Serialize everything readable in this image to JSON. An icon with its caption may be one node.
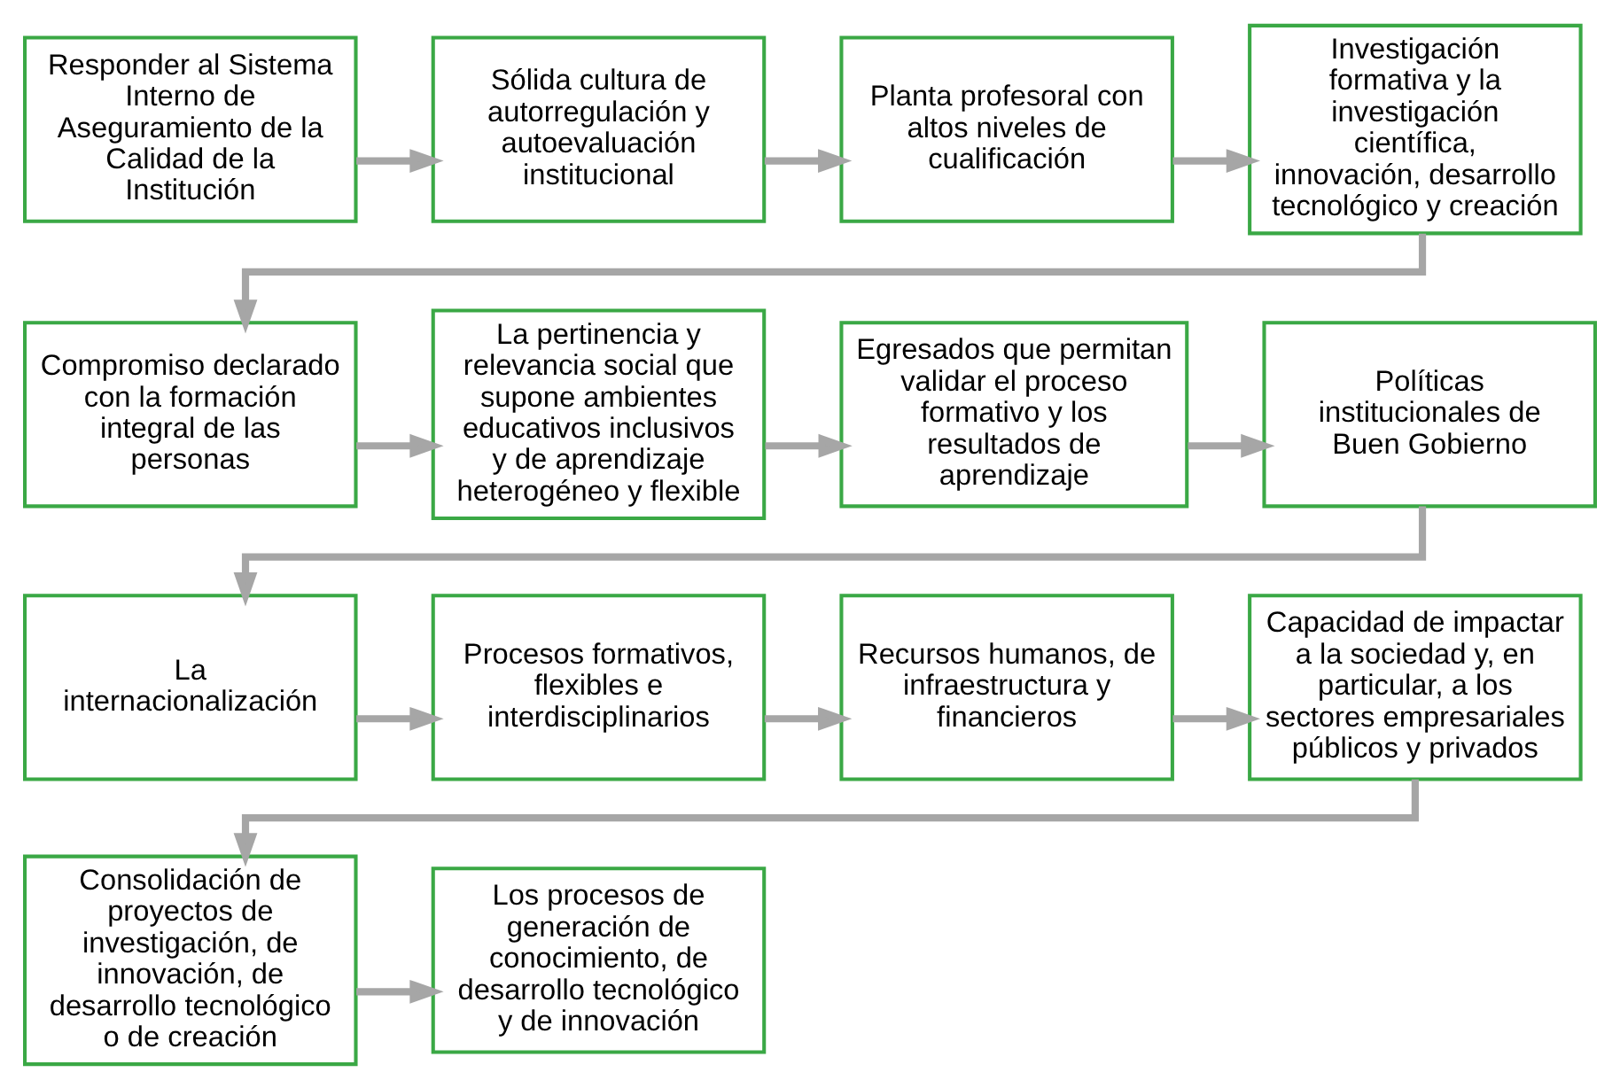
{
  "diagram": {
    "nodes": [
      {
        "text": [
          "Responder al Sistema Interno de Aseguramiento de la Calidad de la Institución"
        ]
      },
      {
        "text": [
          "Sólida cultura de autorregulación y autoevaluación institucional"
        ]
      },
      {
        "text": [
          "Planta profesoral con altos niveles de cualificación"
        ]
      },
      {
        "text": [
          "Investigación formativa y la investigación científica, innovación, desarrollo tecnológico y creación"
        ]
      },
      {
        "text": [
          "Compromiso declarado con la formación integral de las personas"
        ]
      },
      {
        "text": [
          "La pertinencia y relevancia social que supone ambientes educativos inclusivos y de aprendizaje heterogéneo y flexible"
        ]
      },
      {
        "text": [
          "Egresados que permitan validar el proceso formativo y los resultados de aprendizaje"
        ]
      },
      {
        "text": [
          "Políticas institucionales de Buen Gobierno"
        ]
      },
      {
        "text": [
          "La internacionalización"
        ]
      },
      {
        "text": [
          "Procesos formativos, flexibles e interdisciplinarios"
        ]
      },
      {
        "text": [
          "Recursos humanos, de infraestructura y financieros"
        ]
      },
      {
        "text": [
          "Capacidad de impactar a la sociedad y, en particular, a los sectores empresariales públicos y privados"
        ]
      },
      {
        "text": [
          "Consolidación de proyectos de investigación, de innovación, de desarrollo tecnológico o de creación"
        ]
      },
      {
        "text": [
          "Los procesos de generación de conocimiento, de desarrollo tecnológico y de innovación"
        ]
      }
    ],
    "edges": [
      {
        "from": 0,
        "to": 1,
        "arrow": "to"
      },
      {
        "from": 1,
        "to": 2,
        "arrow": "to"
      },
      {
        "from": 2,
        "to": 3,
        "arrow": "to"
      },
      {
        "from": 3,
        "to": 4,
        "arrow": "to"
      },
      {
        "from": 4,
        "to": 5,
        "arrow": "to"
      },
      {
        "from": 5,
        "to": 6,
        "arrow": "to"
      },
      {
        "from": 6,
        "to": 7,
        "arrow": "to"
      },
      {
        "from": 7,
        "to": 8,
        "arrow": "to"
      },
      {
        "from": 8,
        "to": 9,
        "arrow": "to"
      },
      {
        "from": 9,
        "to": 10,
        "arrow": "to"
      },
      {
        "from": 10,
        "to": 11,
        "arrow": "to"
      },
      {
        "from": 11,
        "to": 12,
        "arrow": "to"
      },
      {
        "from": 12,
        "to": 13,
        "arrow": "to"
      }
    ]
  }
}
